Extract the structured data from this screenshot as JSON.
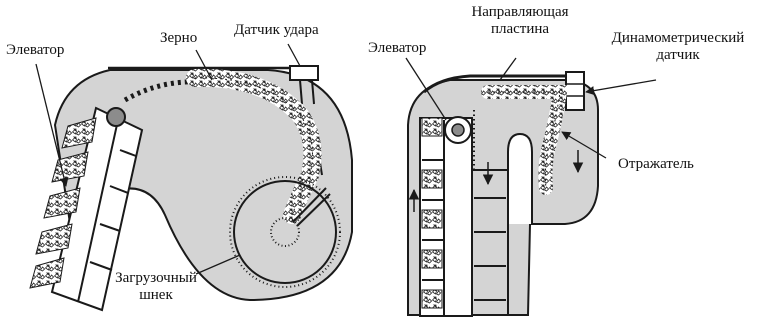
{
  "figure": {
    "left_panel": {
      "elevator_label": "Элеватор",
      "grain_label": "Зерно",
      "impact_sensor_label": "Датчик удара",
      "loading_auger_label_line1": "Загрузочный",
      "loading_auger_label_line2": "шнек"
    },
    "right_panel": {
      "elevator_label": "Элеватор",
      "guide_plate_label_line1": "Направляющая",
      "guide_plate_label_line2": "пластина",
      "load_cell_label_line1": "Динамометрический",
      "load_cell_label_line2": "датчик",
      "deflector_label": "Отражатель"
    },
    "colors": {
      "housing_fill": "#d4d4d4",
      "housing_stroke": "#1a1a1a",
      "paddle_fill": "#8c8c8c",
      "label_text": "#111111"
    }
  }
}
